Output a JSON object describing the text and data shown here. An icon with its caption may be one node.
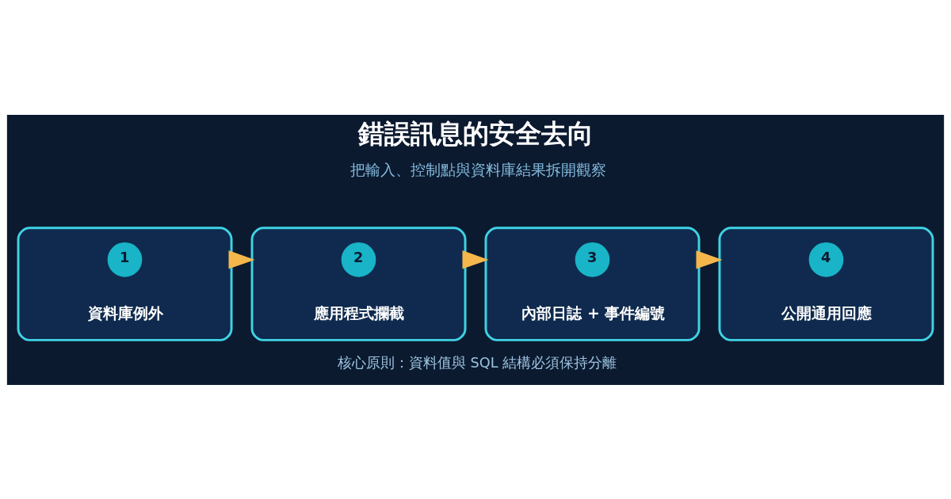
{
  "diagram": {
    "title": "錯誤訊息的安全去向",
    "nodes": [
      {
        "text": [
          "資料庫例外"
        ]
      },
      {
        "text": [
          "1"
        ],
        "in": 0
      },
      {
        "text": [
          "應用程式攔截"
        ]
      },
      {
        "text": [
          "2"
        ],
        "in": 2
      },
      {
        "text": [
          "內部日誌 + 事件編號"
        ]
      },
      {
        "text": [
          "3"
        ],
        "in": 4
      },
      {
        "text": [
          "公開通用回應"
        ]
      },
      {
        "text": [
          "4"
        ],
        "in": 6
      }
    ],
    "edges": [
      {
        "from": 0,
        "to": 2,
        "arrow": "to"
      },
      {
        "from": 2,
        "to": 4,
        "arrow": "to"
      },
      {
        "from": 4,
        "to": 6,
        "arrow": "to"
      }
    ],
    "labels": [
      "把輸入、控制點與資料庫結果拆開觀察",
      "核心原則：資料值與 SQL 結構必須保持分離"
    ]
  }
}
